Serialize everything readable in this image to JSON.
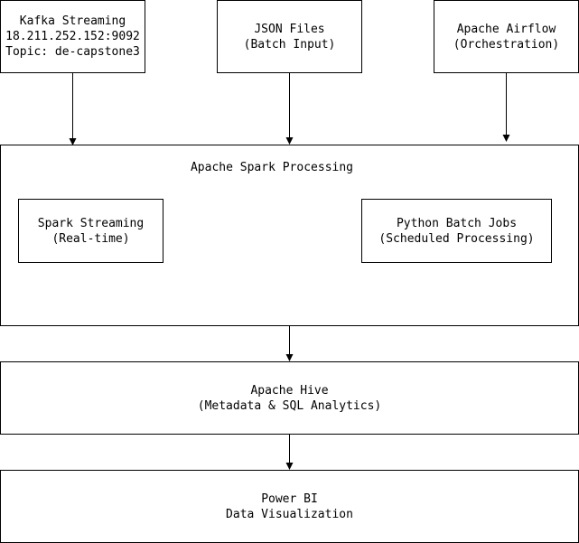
{
  "nodes": {
    "kafka": {
      "lines": [
        "Kafka Streaming",
        "18.211.252.152:9092",
        "Topic: de-capstone3"
      ]
    },
    "json_files": {
      "lines": [
        "JSON Files",
        "(Batch Input)"
      ]
    },
    "airflow": {
      "lines": [
        "Apache Airflow",
        "(Orchestration)"
      ]
    },
    "spark": {
      "title": "Apache Spark Processing",
      "streaming": {
        "lines": [
          "Spark Streaming",
          "(Real-time)"
        ]
      },
      "batch": {
        "lines": [
          "Python Batch Jobs",
          "(Scheduled Processing)"
        ]
      }
    },
    "hive": {
      "lines": [
        "Apache Hive",
        "(Metadata & SQL Analytics)"
      ]
    },
    "powerbi": {
      "lines": [
        "Power BI",
        "Data Visualization"
      ]
    }
  },
  "colors": {
    "stroke": "#000000",
    "fill": "#ffffff",
    "text": "#000000"
  }
}
